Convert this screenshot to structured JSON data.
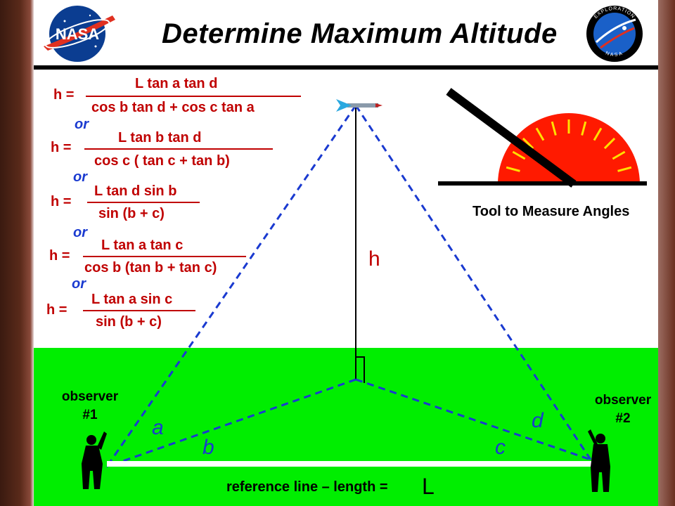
{
  "title": "Determine  Maximum  Altitude",
  "logos": {
    "left": "NASA",
    "right_top": "EXPLORATION",
    "right_bottom": "NASA"
  },
  "equations": [
    {
      "lhs": "h =",
      "numerator": "L  tan a   tan d",
      "denominator": "cos b  tan d  +  cos c  tan a"
    },
    {
      "lhs": "h =",
      "numerator": "L  tan b  tan d",
      "denominator": "cos c  ( tan c + tan b)"
    },
    {
      "lhs": "h =",
      "numerator": "L  tan d  sin b",
      "denominator": "sin (b + c)"
    },
    {
      "lhs": "h =",
      "numerator": "L  tan a  tan c",
      "denominator": "cos b  (tan b + tan c)"
    },
    {
      "lhs": "h =",
      "numerator": "L  tan a  sin c",
      "denominator": "sin (b + c)"
    }
  ],
  "or_label": "or",
  "tool_caption": "Tool to Measure Angles",
  "height_label": "h",
  "observer1": "observer\n#1",
  "observer2": "observer\n#2",
  "angles": {
    "a": "a",
    "b": "b",
    "c": "c",
    "d": "d"
  },
  "reference_line": {
    "text": "reference  line  –  length =",
    "symbol": "L"
  },
  "colors": {
    "ground": "#00ee00",
    "equation": "#c00000",
    "dashed": "#1a3ad0",
    "protractor": "#ff1a00"
  }
}
